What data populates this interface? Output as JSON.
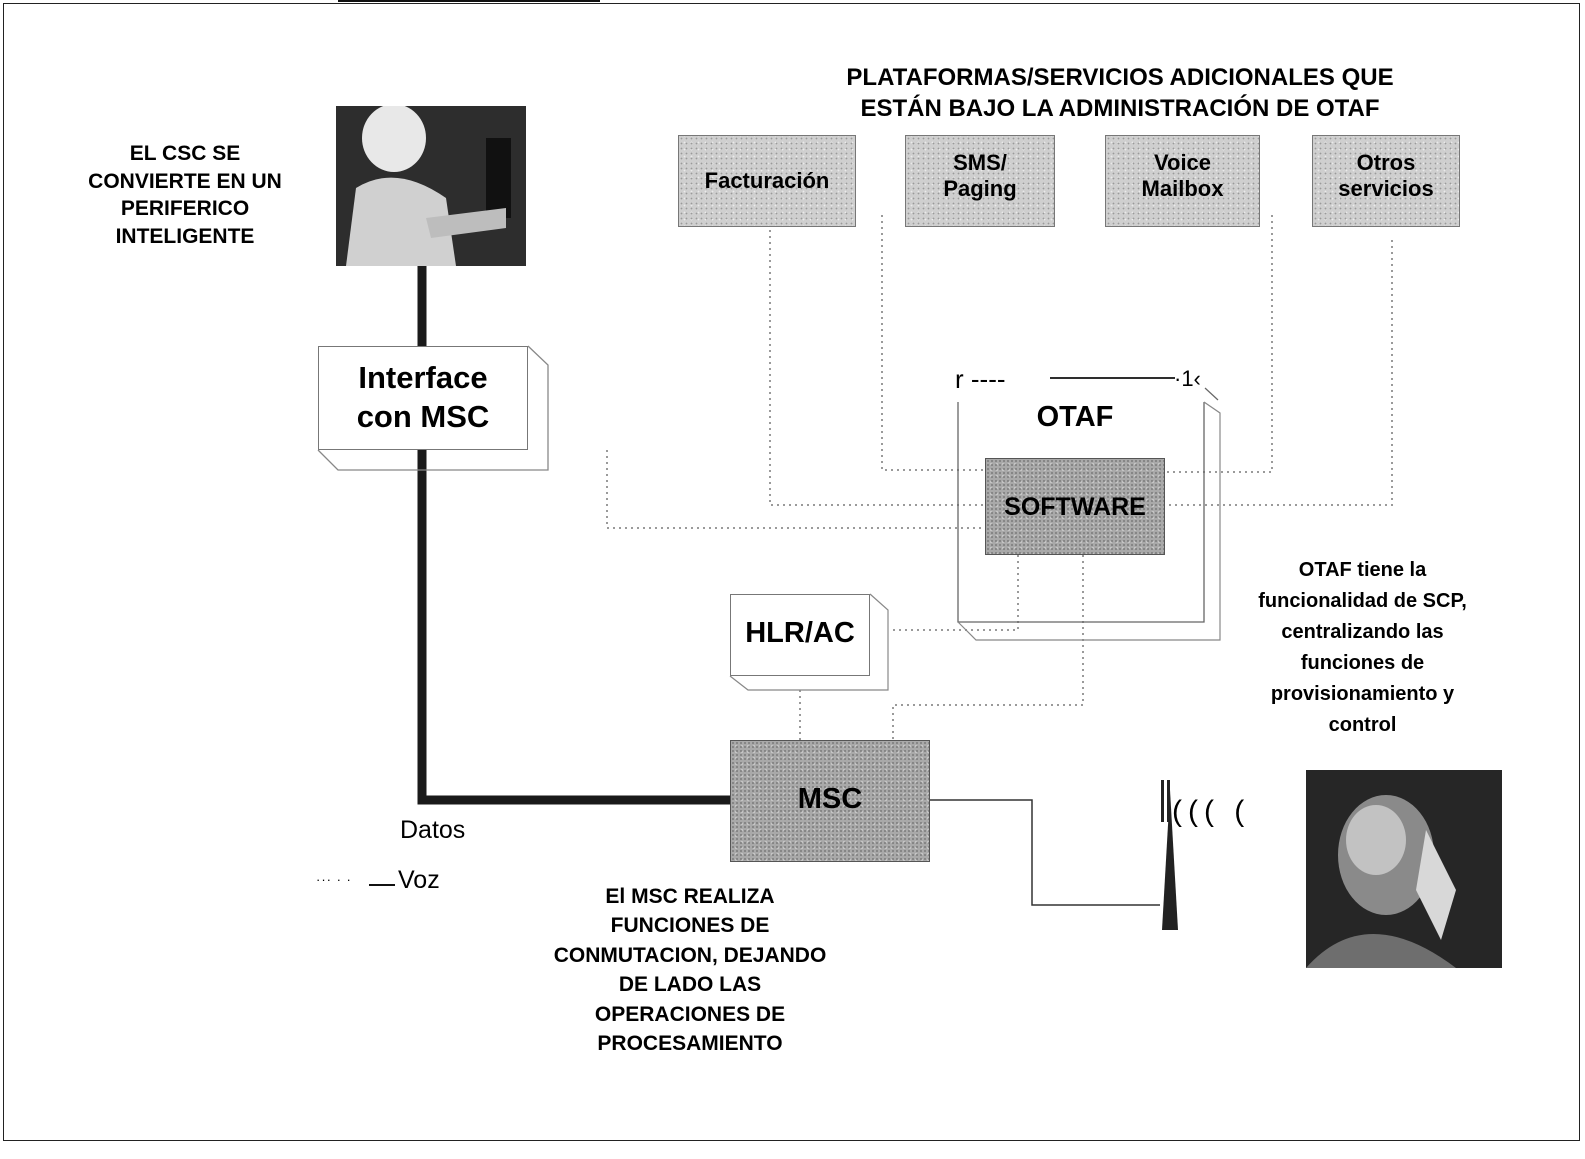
{
  "header": {
    "line1": "PLATAFORMAS/SERVICIOS ADICIONALES QUE",
    "line2": "ESTÁN BAJO LA ADMINISTRACIÓN DE OTAF"
  },
  "platforms": [
    {
      "lines": [
        "Facturación"
      ]
    },
    {
      "lines": [
        "SMS/",
        "Paging"
      ]
    },
    {
      "lines": [
        "Voice",
        "Mailbox"
      ]
    },
    {
      "lines": [
        "Otros",
        "servicios"
      ]
    }
  ],
  "csc_note": [
    "EL CSC SE",
    "CONVIERTE EN UN",
    "PERIFERICO",
    "INTELIGENTE"
  ],
  "interface_box": [
    "Interface",
    "con  MSC"
  ],
  "otaf": {
    "stray_text": "r  ----",
    "stray_text2": "·1‹",
    "title": "OTAF",
    "software": "SOFTWARE"
  },
  "otaf_note": [
    "OTAF tiene la",
    "funcionalidad de SCP,",
    "centralizando las",
    "funciones de",
    "provisionamiento y",
    "control"
  ],
  "hlr_box": "HLR/AC",
  "msc_box": "MSC",
  "msc_note": [
    "El MSC REALIZA",
    "FUNCIONES DE",
    "CONMUTACION, DEJANDO",
    "DE LADO LAS",
    "OPERACIONES DE",
    "PROCESAMIENTO"
  ],
  "legend": {
    "datos": "Datos",
    "voz": "Voz",
    "voz_mark": "··· · ·"
  },
  "antenna_text": "((( ("
}
